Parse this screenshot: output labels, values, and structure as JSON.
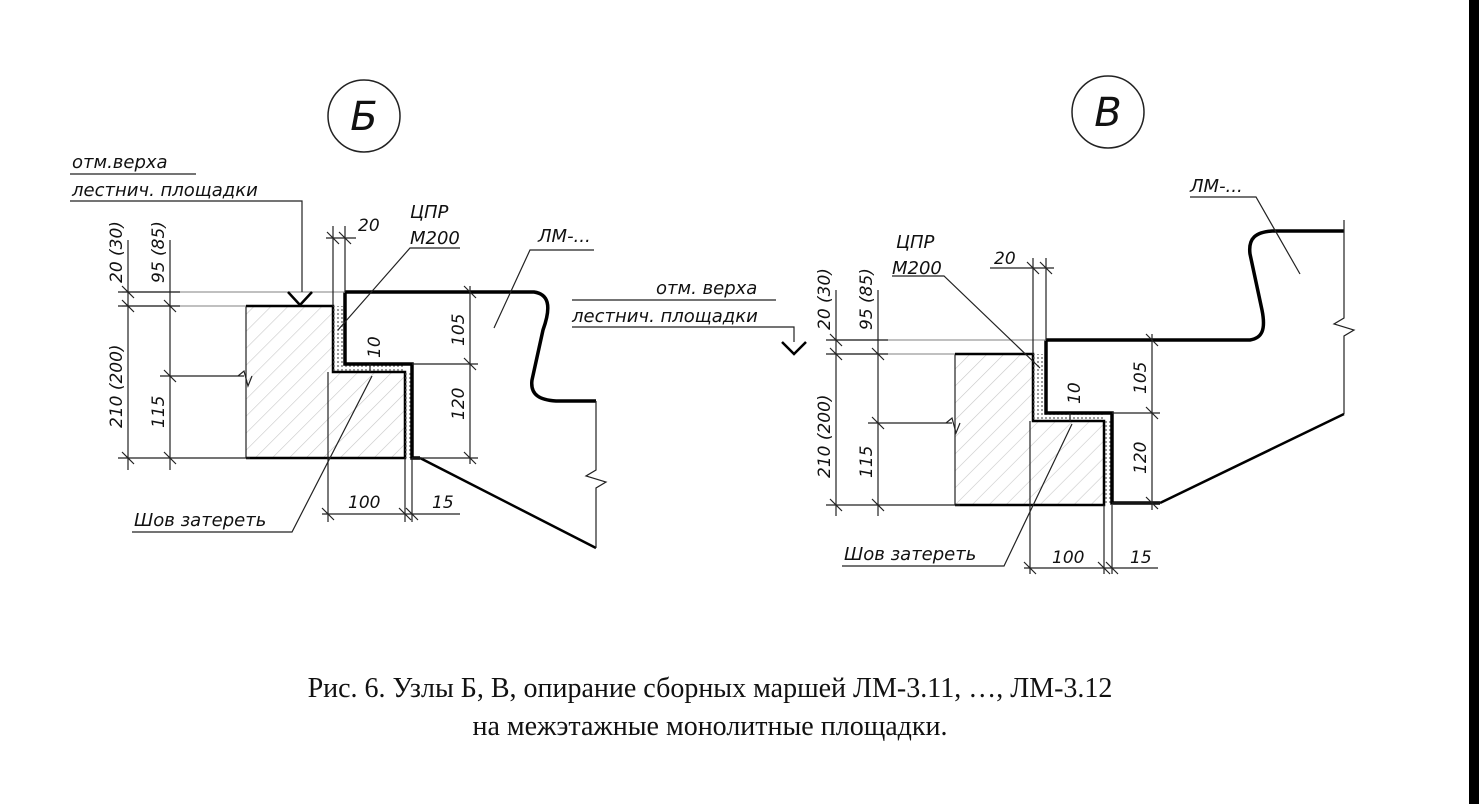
{
  "node_b": {
    "mark": "Б",
    "elev_label_1": "отм.верха",
    "elev_label_2": "лестнич. площадки",
    "mortar_label_1": "ЦПР",
    "mortar_label_2": "М200",
    "flight_label": "ЛМ-...",
    "seam_label": "Шов затереть",
    "dims": {
      "d20_30": "20 (30)",
      "d95_85": "95 (85)",
      "d210_200": "210 (200)",
      "d115": "115",
      "d20": "20",
      "d10": "10",
      "d105": "105",
      "d120": "120",
      "d100": "100",
      "d15": "15"
    }
  },
  "node_v": {
    "mark": "В",
    "elev_label_1": "отм. верха",
    "elev_label_2": "лестнич. площадки",
    "mortar_label_1": "ЦПР",
    "mortar_label_2": "М200",
    "flight_label": "ЛМ-...",
    "seam_label": "Шов затереть",
    "dims": {
      "d20_30": "20 (30)",
      "d95_85": "95 (85)",
      "d210_200": "210 (200)",
      "d115": "115",
      "d20": "20",
      "d10": "10",
      "d105": "105",
      "d120": "120",
      "d100": "100",
      "d15": "15"
    }
  },
  "caption": {
    "line1": "Рис. 6. Узлы Б, В, опирание сборных маршей ЛМ-3.11, …, ЛМ-3.12",
    "line2": "на межэтажные монолитные площадки."
  }
}
